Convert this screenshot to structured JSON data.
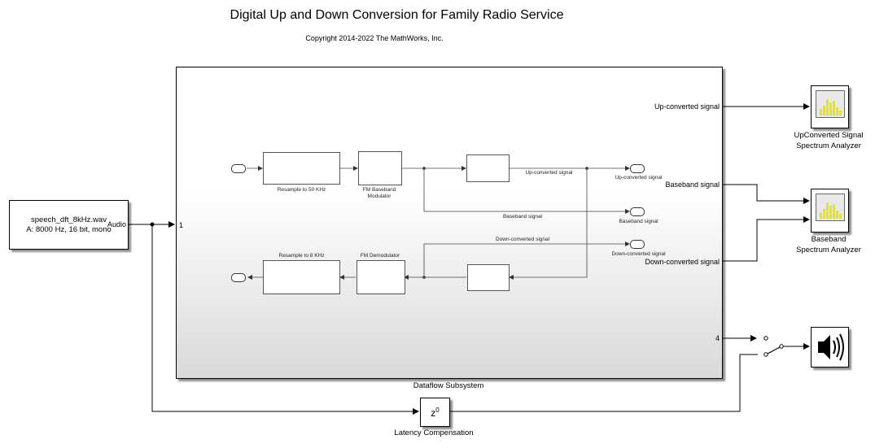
{
  "header": {
    "title": "Digital Up and Down Conversion for Family Radio Service",
    "copyright": "Copyright 2014-2022 The MathWorks, Inc."
  },
  "source_block": {
    "line1": "speech_dft_8kHz.wav",
    "line2": "A: 8000 Hz, 16 bit, mono",
    "port_label": "Audio"
  },
  "subsystem": {
    "name": "Dataflow Subsystem",
    "in_port": "1",
    "out_ports": {
      "up": "Up-converted signal",
      "baseband": "Baseband signal",
      "down": "Down-converted signal",
      "port4": "4"
    },
    "inner": {
      "resample_up": "Resample to 50 KHz",
      "fm_mod_line1": "FM Baseband",
      "fm_mod_line2": "Modulator",
      "up_wire": "Up-converted signal",
      "up_port": "Up-converted signal",
      "baseband_wire": "Baseband signal",
      "baseband_port": "Baseband signal",
      "down_wire": "Down-converted signal",
      "down_port": "Down-converted signal",
      "resample_down": "Resample to 8 KHz",
      "fm_demod": "FM Demodulator"
    }
  },
  "scope_up": {
    "line1": "UpConverted Signal",
    "line2": "Spectrum Analyzer"
  },
  "scope_base": {
    "line1": "Baseband",
    "line2": "Spectrum Analyzer"
  },
  "delay": {
    "symbol": "z",
    "exponent": "0",
    "label": "Latency Compensation"
  },
  "colors": {
    "scope_bars": "#e8e800",
    "wire": "#000000"
  }
}
